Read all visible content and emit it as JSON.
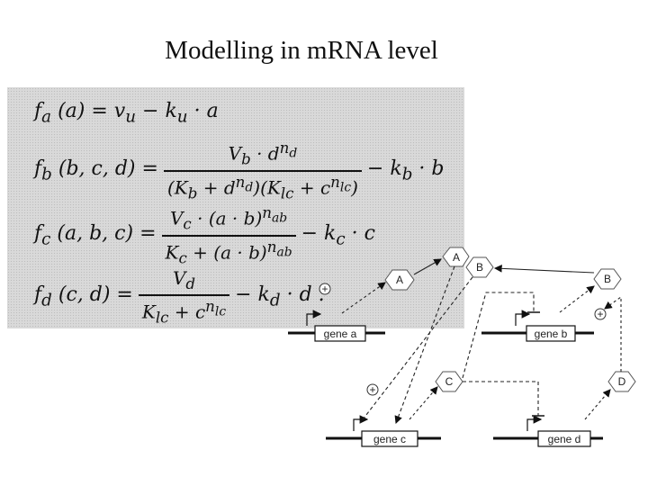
{
  "title": "Modelling in mRNA level",
  "equations": {
    "fa": {
      "lhs": "f",
      "lhs_sub": "a",
      "args": "(a) = v",
      "v_sub": "u",
      "rest": " − k",
      "k_sub": "u",
      "tail": " · a"
    },
    "fb": {
      "lhs": "fb (b, c, d) =",
      "num": "V_b · d^{n_d}",
      "den": "(K_b + d^{n_d})(K_{lc} + c^{n_lc})",
      "tail": "− k_b · b"
    },
    "fc": {
      "lhs": "fc (a, b, c) =",
      "num": "V_c · (a · b)^{n_ab}",
      "den": "K_c + (a · b)^{n_ab}",
      "tail": "− k_c · c"
    },
    "fd": {
      "lhs": "fd (c, d) =",
      "num": "V_d",
      "den": "K_lc + c^{n_lc}",
      "tail": "− k_d · d ."
    }
  },
  "network": {
    "genes": [
      "gene a",
      "gene b",
      "gene c",
      "gene d"
    ],
    "proteins": [
      "A",
      "A",
      "B",
      "B",
      "C",
      "D"
    ],
    "signs": [
      "+",
      "+",
      "+"
    ]
  }
}
